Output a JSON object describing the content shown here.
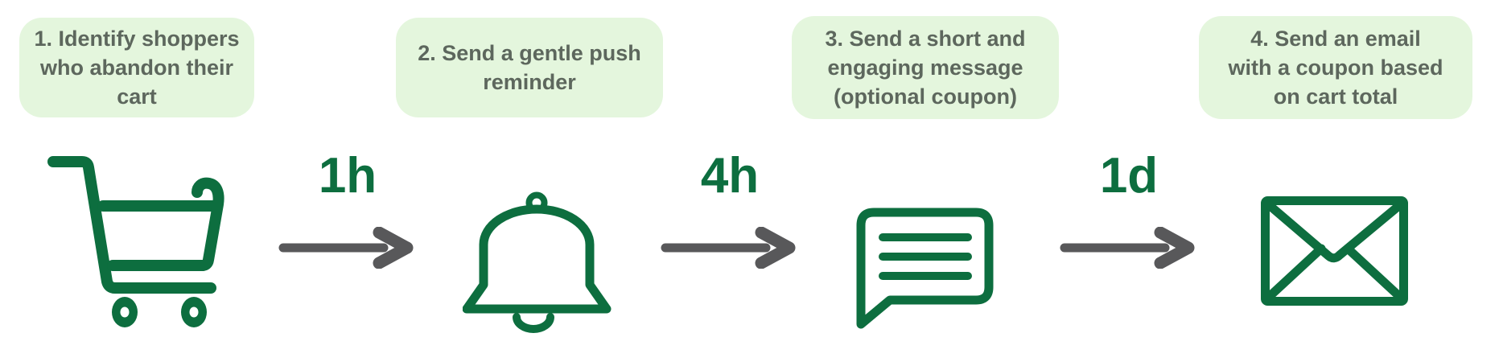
{
  "steps": [
    {
      "badge": "1. Identify shoppers\nwho abandon their cart",
      "icon": "shopping-cart"
    },
    {
      "badge": "2. Send a gentle push\nreminder",
      "icon": "bell"
    },
    {
      "badge": "3. Send a short and\nengaging message\n(optional coupon)",
      "icon": "chat-message"
    },
    {
      "badge": "4. Send an email\nwith a coupon based\non cart total",
      "icon": "envelope"
    }
  ],
  "delays": [
    {
      "label": "1h"
    },
    {
      "label": "4h"
    },
    {
      "label": "1d"
    }
  ],
  "colors": {
    "icon_green": "#0d6e3f",
    "arrow_gray": "#58585a",
    "badge_background": "#e4f6dd",
    "badge_text": "#5d675d",
    "page_background": "#ffffff"
  }
}
